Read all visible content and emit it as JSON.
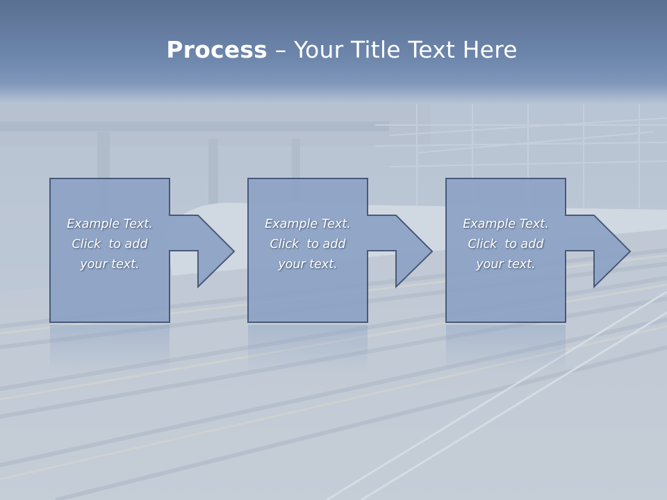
{
  "slide": {
    "title_bold": "Process",
    "title_separator": " – ",
    "title_rest": "Your Title Text Here",
    "background_image": "railway-station-photo",
    "colors": {
      "title_band": "#6d86ab",
      "box_fill": "#8ea4c6",
      "box_stroke": "#3f5170",
      "text": "#ffffff"
    }
  },
  "steps": [
    {
      "line1": "Example Text.",
      "line2": "Click  to add",
      "line3": "your text."
    },
    {
      "line1": "Example Text.",
      "line2": "Click  to add",
      "line3": "your text."
    },
    {
      "line1": "Example Text.",
      "line2": "Click  to add",
      "line3": "your text."
    }
  ]
}
